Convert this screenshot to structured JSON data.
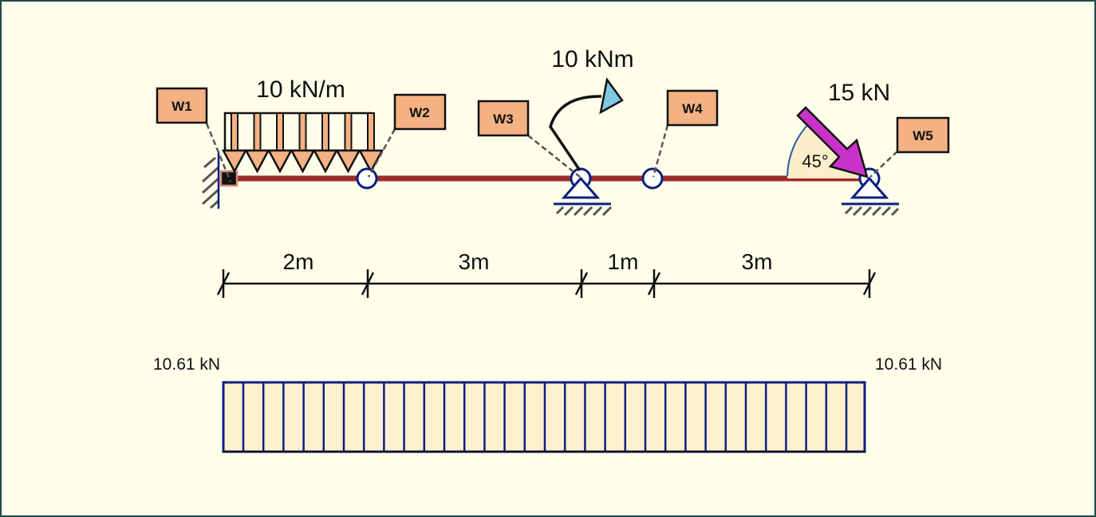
{
  "loads": {
    "distributed": "10 kN/m",
    "moment": "10 kNm",
    "point_force": "15 kN",
    "angle": "45°"
  },
  "nodes": [
    "W1",
    "W2",
    "W3",
    "W4",
    "W5"
  ],
  "dimensions": [
    "2m",
    "3m",
    "1m",
    "3m"
  ],
  "diagram": {
    "left_value": "10.61 kN",
    "right_value": "10.61 kN"
  },
  "colors": {
    "beam": "#9e2b2b",
    "node_box": "#f4b183",
    "distributed_load": "#f4b183",
    "point_force": "#c832c8",
    "moment_arrowhead": "#7ec8e3",
    "support": "#0c1f80",
    "diagram_fill": "#fff0d0"
  }
}
